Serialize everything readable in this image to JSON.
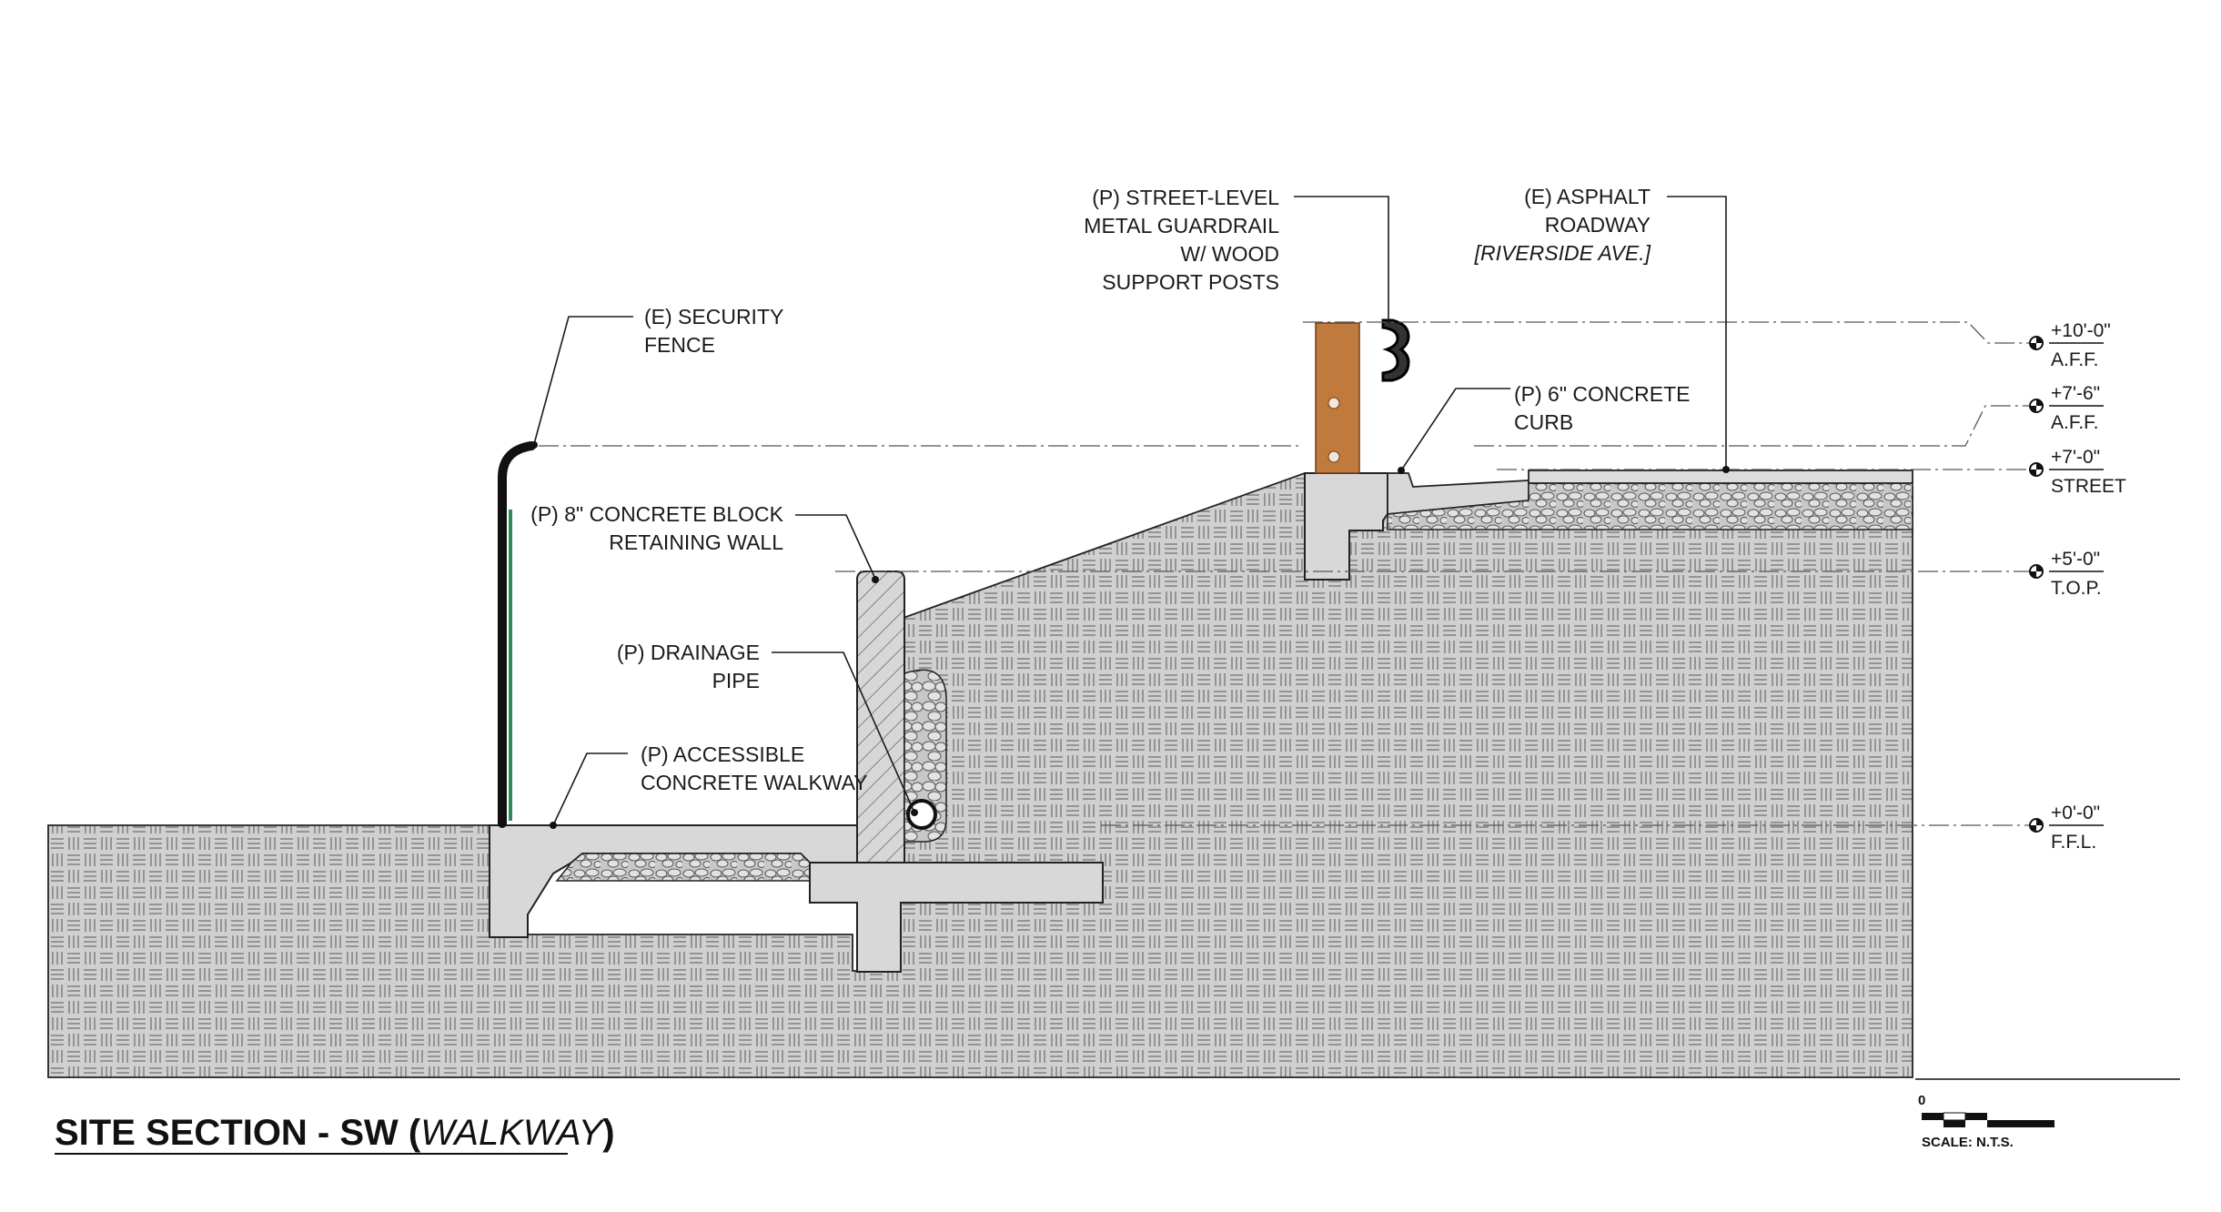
{
  "title": {
    "prefix": "SITE SECTION - SW (",
    "italic": "WALKWAY",
    "suffix": ")"
  },
  "scale": {
    "zero": "0",
    "label": "SCALE: N.T.S."
  },
  "callouts": {
    "guardrail": [
      "(P) STREET-LEVEL",
      "METAL GUARDRAIL",
      "W/ WOOD",
      "SUPPORT POSTS"
    ],
    "asphalt": [
      "(E) ASPHALT",
      "ROADWAY",
      "[RIVERSIDE AVE.]"
    ],
    "fence": [
      "(E) SECURITY",
      "FENCE"
    ],
    "curb": [
      "(P) 6\" CONCRETE",
      "CURB"
    ],
    "block_wall": [
      "(P) 8\" CONCRETE BLOCK",
      "RETAINING WALL"
    ],
    "drainage": [
      "(P) DRAINAGE",
      "PIPE"
    ],
    "walkway": [
      "(P) ACCESSIBLE",
      "CONCRETE WALKWAY"
    ]
  },
  "elevations": [
    {
      "value": "+10'-0\"",
      "label": "A.F.F."
    },
    {
      "value": "+7'-6\"",
      "label": "A.F.F."
    },
    {
      "value": "+7'-0\"",
      "label": "STREET"
    },
    {
      "value": "+5'-0\"",
      "label": "T.O.P."
    },
    {
      "value": "+0'-0\"",
      "label": "F.F.L."
    }
  ],
  "colors": {
    "soil": "#cfcfcf",
    "concrete": "#d6d6d6",
    "wood_post": "#c07a3e",
    "fence_green": "#2f8a57",
    "gravel": "#bdbdbd",
    "line": "#1a1a1a"
  }
}
